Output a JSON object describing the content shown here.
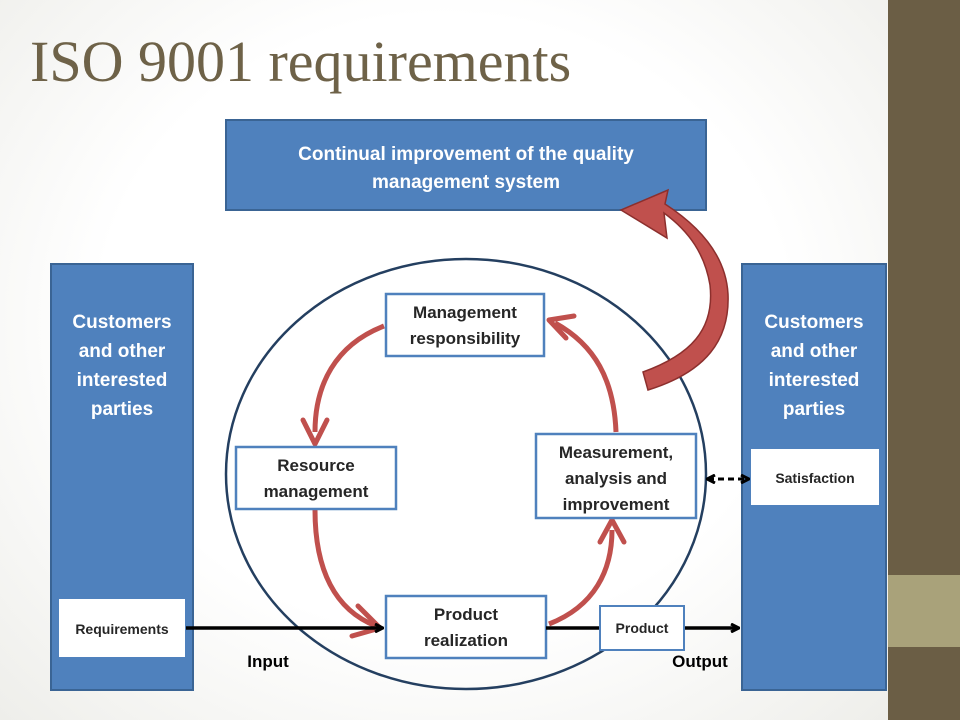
{
  "title": "ISO 9001 requirements",
  "colors": {
    "box_blue": "#4f81bd",
    "arrow_red": "#c0504d",
    "frame_brown": "#6b5e45"
  },
  "continual_improvement": [
    "Continual improvement of the quality",
    "management system"
  ],
  "left_panel": {
    "lines": [
      "Customers",
      "and other",
      "interested",
      "parties"
    ],
    "requirements_label": "Requirements"
  },
  "right_panel": {
    "lines": [
      "Customers",
      "and other",
      "interested",
      "parties"
    ],
    "satisfaction_label": "Satisfaction"
  },
  "process": {
    "management": [
      "Management",
      "responsibility"
    ],
    "resource": [
      "Resource",
      "management"
    ],
    "realization": [
      "Product",
      "realization"
    ],
    "measurement": [
      "Measurement,",
      "analysis and",
      "improvement"
    ]
  },
  "product_label": "Product",
  "input_label": "Input",
  "output_label": "Output"
}
